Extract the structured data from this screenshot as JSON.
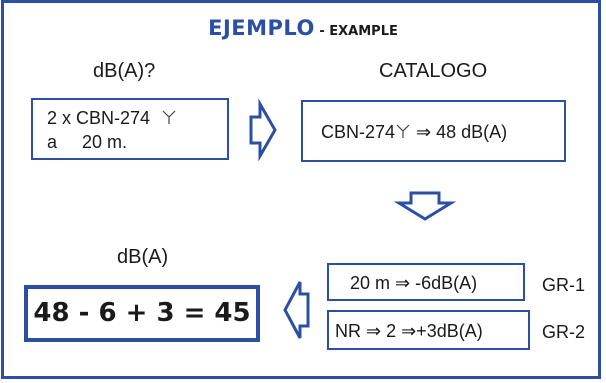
{
  "title": {
    "main": "EJEMPLO",
    "sub": "- EXAMPLE"
  },
  "left_question": "dB(A)?",
  "catalog_label": "CATALOGO",
  "input_box": {
    "line1": "2 x CBN-274",
    "line2": "a     20 m."
  },
  "catalog_box": {
    "text_before": "CBN-274",
    "text_after": "⇒ 48 dB(A)"
  },
  "step1": {
    "text": "20 m ⇒ -6dB(A)",
    "tag": "GR-1"
  },
  "step2": {
    "text": "NR ⇒ 2 ⇒+3dB(A)",
    "tag": "GR-2"
  },
  "result_label": "dB(A)",
  "result_equation": "48 - 6 + 3 = 45",
  "colors": {
    "accent": "#2d4fa3"
  },
  "icons": [
    "speaker-symbol-icon",
    "arrow-right-icon",
    "arrow-down-icon",
    "arrow-left-icon"
  ]
}
